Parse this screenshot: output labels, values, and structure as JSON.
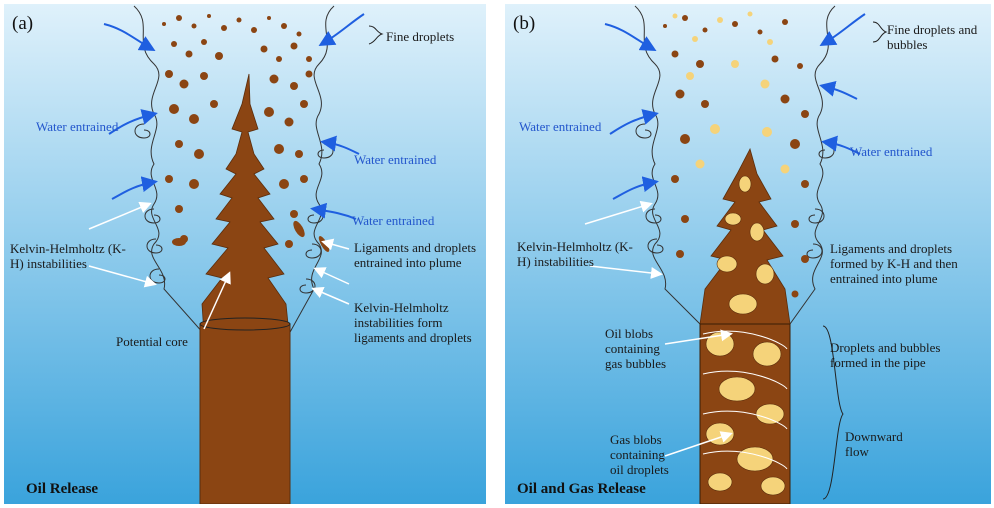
{
  "panel_a": {
    "tag": "(a)",
    "title": "Oil Release",
    "labels": {
      "fine_droplets": "Fine droplets",
      "water_entrained_1": "Water entrained",
      "water_entrained_2": "Water entrained",
      "water_entrained_3": "Water entrained",
      "kh": "Kelvin-Helmholtz (K-H) instabilities",
      "ligaments": "Ligaments and droplets entrained into plume",
      "kh_form": "Kelvin-Helmholtz instabilities form ligaments and droplets",
      "potential_core": "Potential core"
    }
  },
  "panel_b": {
    "tag": "(b)",
    "title": "Oil and Gas Release",
    "labels": {
      "fine_droplets": "Fine droplets and bubbles",
      "water_entrained_1": "Water entrained",
      "water_entrained_2": "Water entrained",
      "kh": "Kelvin-Helmholtz (K-H) instabilities",
      "ligaments": "Ligaments and droplets formed by K-H and then entrained into plume",
      "oil_blobs": "Oil blobs containing gas bubbles",
      "pipe_formed": "Droplets and bubbles formed in the pipe",
      "gas_blobs": "Gas blobs containing oil droplets",
      "downward": "Downward flow"
    }
  },
  "colors": {
    "water_top": "#d9eefa",
    "water_bottom": "#3aa3dc",
    "oil": "#8b4513",
    "gas": "#f5d37a",
    "arrow": "#1f5fe0"
  }
}
